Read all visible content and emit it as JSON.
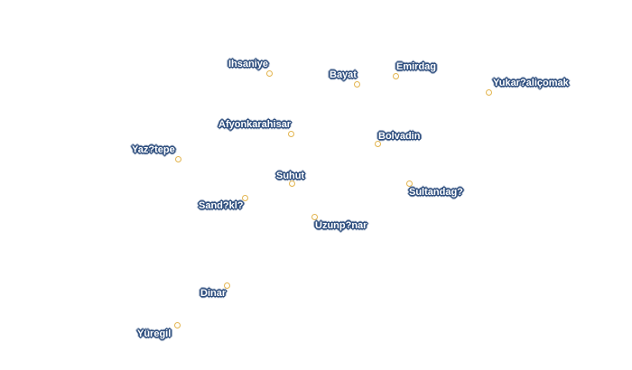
{
  "map": {
    "colors": {
      "point_stroke": "#e3b552",
      "label_fill": "#ffffff",
      "label_halo": "#2f4f7f"
    },
    "towns": [
      {
        "id": "ihsaniye",
        "name": "Ihsaniye"
      },
      {
        "id": "bayat",
        "name": "Bayat"
      },
      {
        "id": "emirdag",
        "name": "Emirdag"
      },
      {
        "id": "yukaricomak",
        "name": "Yukar?aliçomak"
      },
      {
        "id": "afyonkarahisar",
        "name": "Afyonkarahisar"
      },
      {
        "id": "bolvadin",
        "name": "Bolvadin"
      },
      {
        "id": "yaztepe",
        "name": "Yaz?tepe"
      },
      {
        "id": "suhut",
        "name": "Suhut"
      },
      {
        "id": "sultandagi",
        "name": "Sultandag?"
      },
      {
        "id": "sandikli",
        "name": "Sand?kl?"
      },
      {
        "id": "uzunpinar",
        "name": "Uzunp?nar"
      },
      {
        "id": "dinar",
        "name": "Dinar"
      },
      {
        "id": "yuregil",
        "name": "Yüregil"
      }
    ]
  }
}
